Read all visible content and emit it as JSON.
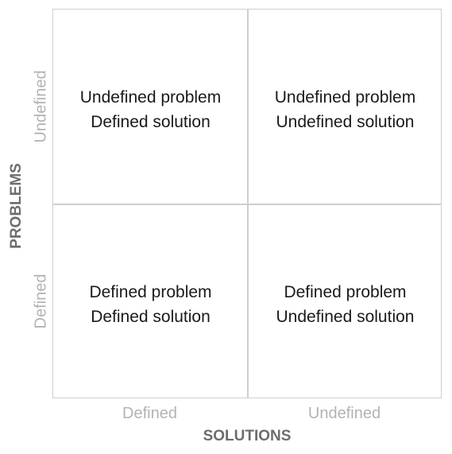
{
  "matrix": {
    "cells": [
      {
        "line1": "Undefined problem",
        "line2": "Defined solution"
      },
      {
        "line1": "Undefined problem",
        "line2": "Undefined solution"
      },
      {
        "line1": "Defined problem",
        "line2": "Defined solution"
      },
      {
        "line1": "Defined problem",
        "line2": "Undefined solution"
      }
    ]
  },
  "axes": {
    "x_title": "SOLUTIONS",
    "x_ticks": [
      "Defined",
      "Undefined"
    ],
    "y_title": "PROBLEMS",
    "y_ticks_top_to_bottom": [
      "Undefined",
      "Defined"
    ]
  },
  "colors": {
    "grid_line": "#cfcfcf",
    "cell_text": "#1a1a1a",
    "tick_text": "#b3b3b3",
    "axis_title": "#6d6d6d"
  }
}
